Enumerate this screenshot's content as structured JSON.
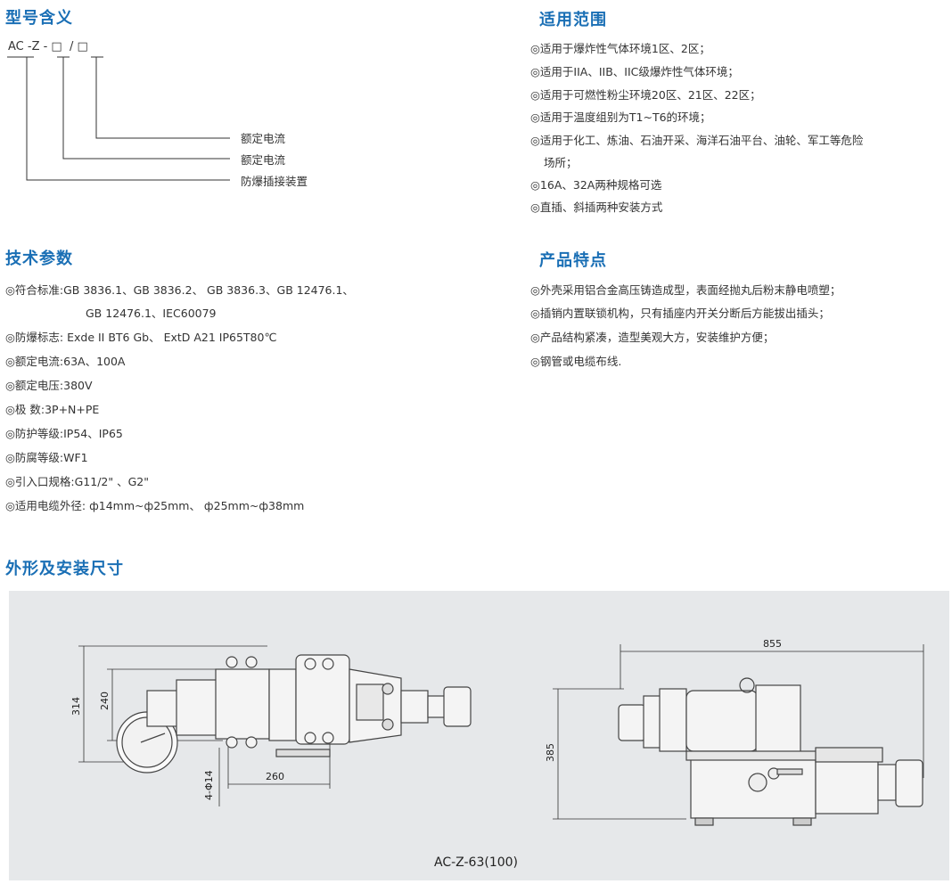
{
  "sections": {
    "model": {
      "title": "型号含义",
      "code": "AC -Z - □  / □",
      "labels": [
        "额定电流",
        "额定电流",
        "防爆插接装置"
      ]
    },
    "scope": {
      "title": "适用范围",
      "items": [
        "◎适用于爆炸性气体环境1区、2区；",
        "◎适用于IIA、IIB、IIC级爆炸性气体环境；",
        "◎适用于可燃性粉尘环境20区、21区、22区；",
        "◎适用于温度组别为T1~T6的环境；",
        "◎适用于化工、炼油、石油开采、海洋石油平台、油轮、军工等危险",
        "场所；",
        "◎16A、32A两种规格可选",
        "◎直插、斜插两种安装方式"
      ]
    },
    "tech": {
      "title": "技术参数",
      "items": [
        "◎符合标准:GB 3836.1、GB 3836.2、 GB 3836.3、GB 12476.1、",
        "GB 12476.1、IEC60079",
        "◎防爆标志: Exde II BT6 Gb、 ExtD A21 IP65T80℃",
        "◎额定电流:63A、100A",
        "◎额定电压:380V",
        "◎极      数:3P+N+PE",
        "◎防护等级:IP54、IP65",
        "◎防腐等级:WF1",
        "◎引入口规格:G11/2\" 、G2\"",
        "◎适用电缆外径: ф14mm~ф25mm、 ф25mm~ф38mm"
      ]
    },
    "features": {
      "title": "产品特点",
      "items": [
        "◎外壳采用铝合金高压铸造成型，表面经抛丸后粉末静电喷塑；",
        "◎插销内置联锁机构，只有插座内开关分断后方能拔出插头；",
        "◎产品结构紧凑，造型美观大方，安装维护方便；",
        "◎钢管或电缆布线."
      ]
    },
    "dimensions": {
      "title": "外形及安装尺寸",
      "labels": {
        "h314": "314",
        "h240": "240",
        "w260": "260",
        "hole": "4-Φ14",
        "w855": "855",
        "h385": "385"
      },
      "caption": "AC-Z-63(100)"
    }
  }
}
